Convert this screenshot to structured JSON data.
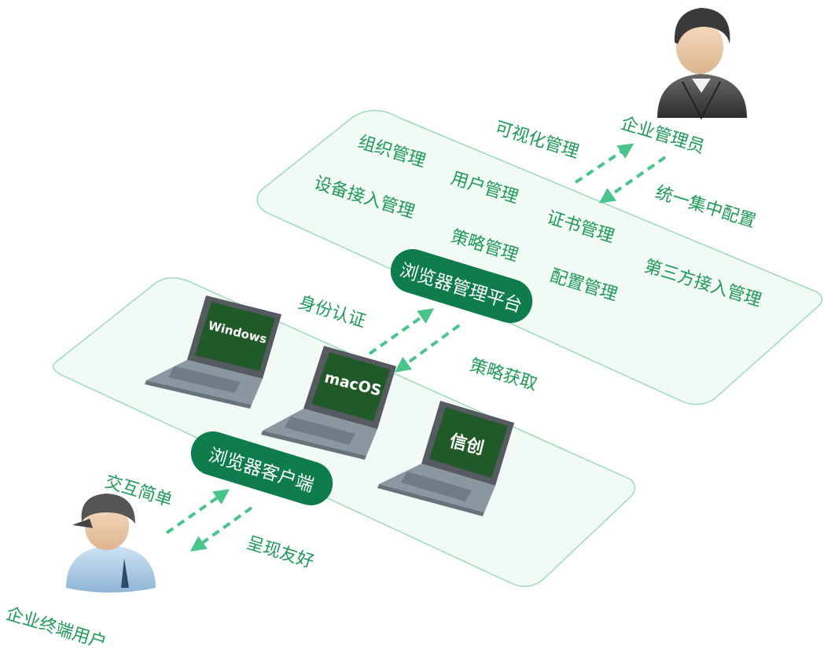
{
  "top_panel": {
    "features": [
      "组织管理",
      "用户管理",
      "设备接入管理",
      "证书管理",
      "策略管理",
      "配置管理",
      "第三方接入管理"
    ],
    "platform_label": "浏览器管理平台"
  },
  "admin": {
    "label": "企业管理员",
    "to_platform": "可视化管理",
    "from_platform": "统一集中配置"
  },
  "bottom_panel": {
    "devices": [
      "Windows",
      "macOS",
      "信创"
    ],
    "client_label": "浏览器客户端",
    "to_platform": "身份认证",
    "from_platform": "策略获取"
  },
  "end_user": {
    "label": "企业终端用户",
    "to_client": "交互简单",
    "from_client": "呈现友好"
  },
  "colors": {
    "accent": "#0f7c4e",
    "text_green": "#1e9a57",
    "panel_fill": "#f2faf6",
    "panel_stroke": "#9fd9bc",
    "arrow": "#49c58c"
  }
}
